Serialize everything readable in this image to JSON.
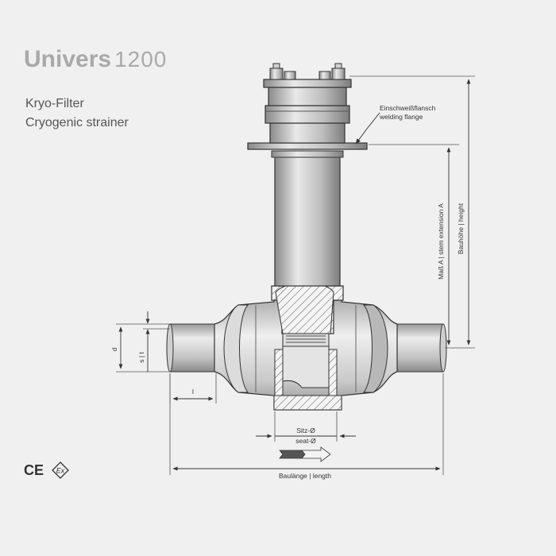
{
  "header": {
    "brand": "Univers",
    "model": "1200",
    "title_de": "Kryo-Filter",
    "title_en": "Cryogenic strainer"
  },
  "callouts": {
    "flange_de": "Einschweißflansch",
    "flange_en": "welding flange"
  },
  "dimensions": {
    "stem_extension": "Maß A | stem extension A",
    "height": "Bauhöhe | height",
    "d": "d",
    "s_t": "s | t",
    "l": "l",
    "seat_de": "Sitz-Ø",
    "seat_en": "seat-Ø",
    "length": "Baulänge | length"
  },
  "certifications": [
    "CE",
    "Ex"
  ],
  "colors": {
    "background": "#f0f0f0",
    "metal_light": "#e2e2e2",
    "metal_mid": "#bdbdbd",
    "metal_dark": "#8e8e8e",
    "outline": "#333333",
    "brand_gray": "#a9a9a9"
  }
}
